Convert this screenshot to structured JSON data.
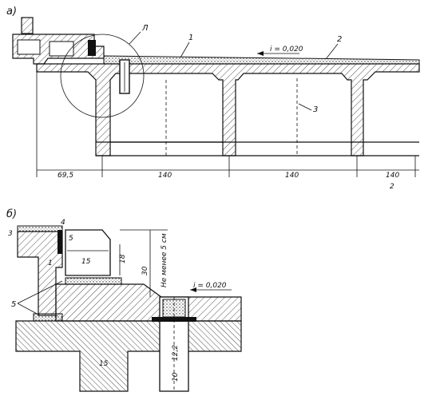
{
  "panel_a": {
    "label": "а)",
    "callout_1": "1",
    "callout_2": "2",
    "callout_3": "3",
    "detail_letter": "Л",
    "slope": "i = 0,020",
    "dims": [
      "69,5",
      "140",
      "140",
      "140"
    ],
    "dim_suffix": "2"
  },
  "panel_b": {
    "label": "б)",
    "callout_3": "3",
    "callout_4": "4",
    "callout_5": "5",
    "callout_1": "1",
    "callout_5b": "5",
    "dim_15": "15",
    "dim_18": "18",
    "dim_30": "30",
    "min_note": "Не менее 5 см",
    "slope": "i = 0,020",
    "dim_12_2": "12,2",
    "dim_10": "10",
    "dim_15b": "15"
  }
}
